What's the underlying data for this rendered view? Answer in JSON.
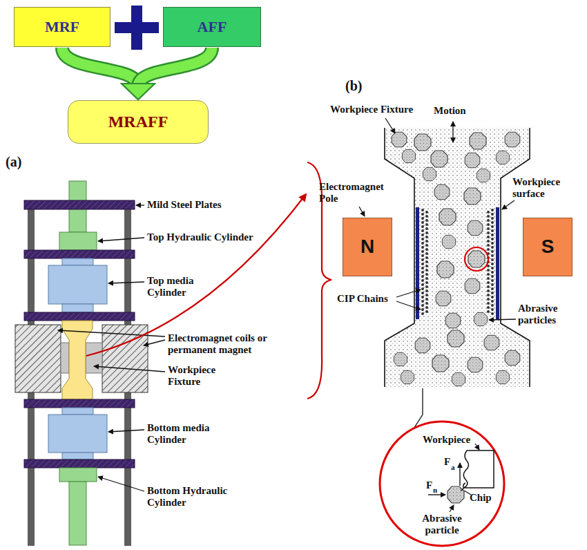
{
  "diagram": {
    "nodes": [
      {
        "text": [
          "MRF"
        ]
      },
      {
        "text": [
          "AFF"
        ]
      },
      {
        "text": [
          "MRAFF"
        ]
      },
      {
        "text": [
          "N"
        ]
      },
      {
        "text": [
          "S"
        ]
      }
    ],
    "edges": [
      {
        "from": 0,
        "to": 2,
        "arrow": "to"
      },
      {
        "from": 1,
        "to": 2,
        "arrow": "to"
      }
    ],
    "labels": [
      "(a)",
      "Mild Steel Plates",
      "Top Hydraulic Cylinder",
      "Top media Cylinder",
      "Electromagnet coils or permanent magnet",
      "Workpiece Fixture",
      "Bottom media Cylinder",
      "Bottom Hydraulic Cylinder",
      "(b)",
      "Workpiece Fixture",
      "Motion",
      "Electromagnet Pole",
      "Workpiece surface",
      "CIP Chains",
      "Abrasive particles",
      "Workpiece",
      "F",
      "a",
      "F",
      "n",
      "Chip",
      "Abrasive particle"
    ]
  }
}
